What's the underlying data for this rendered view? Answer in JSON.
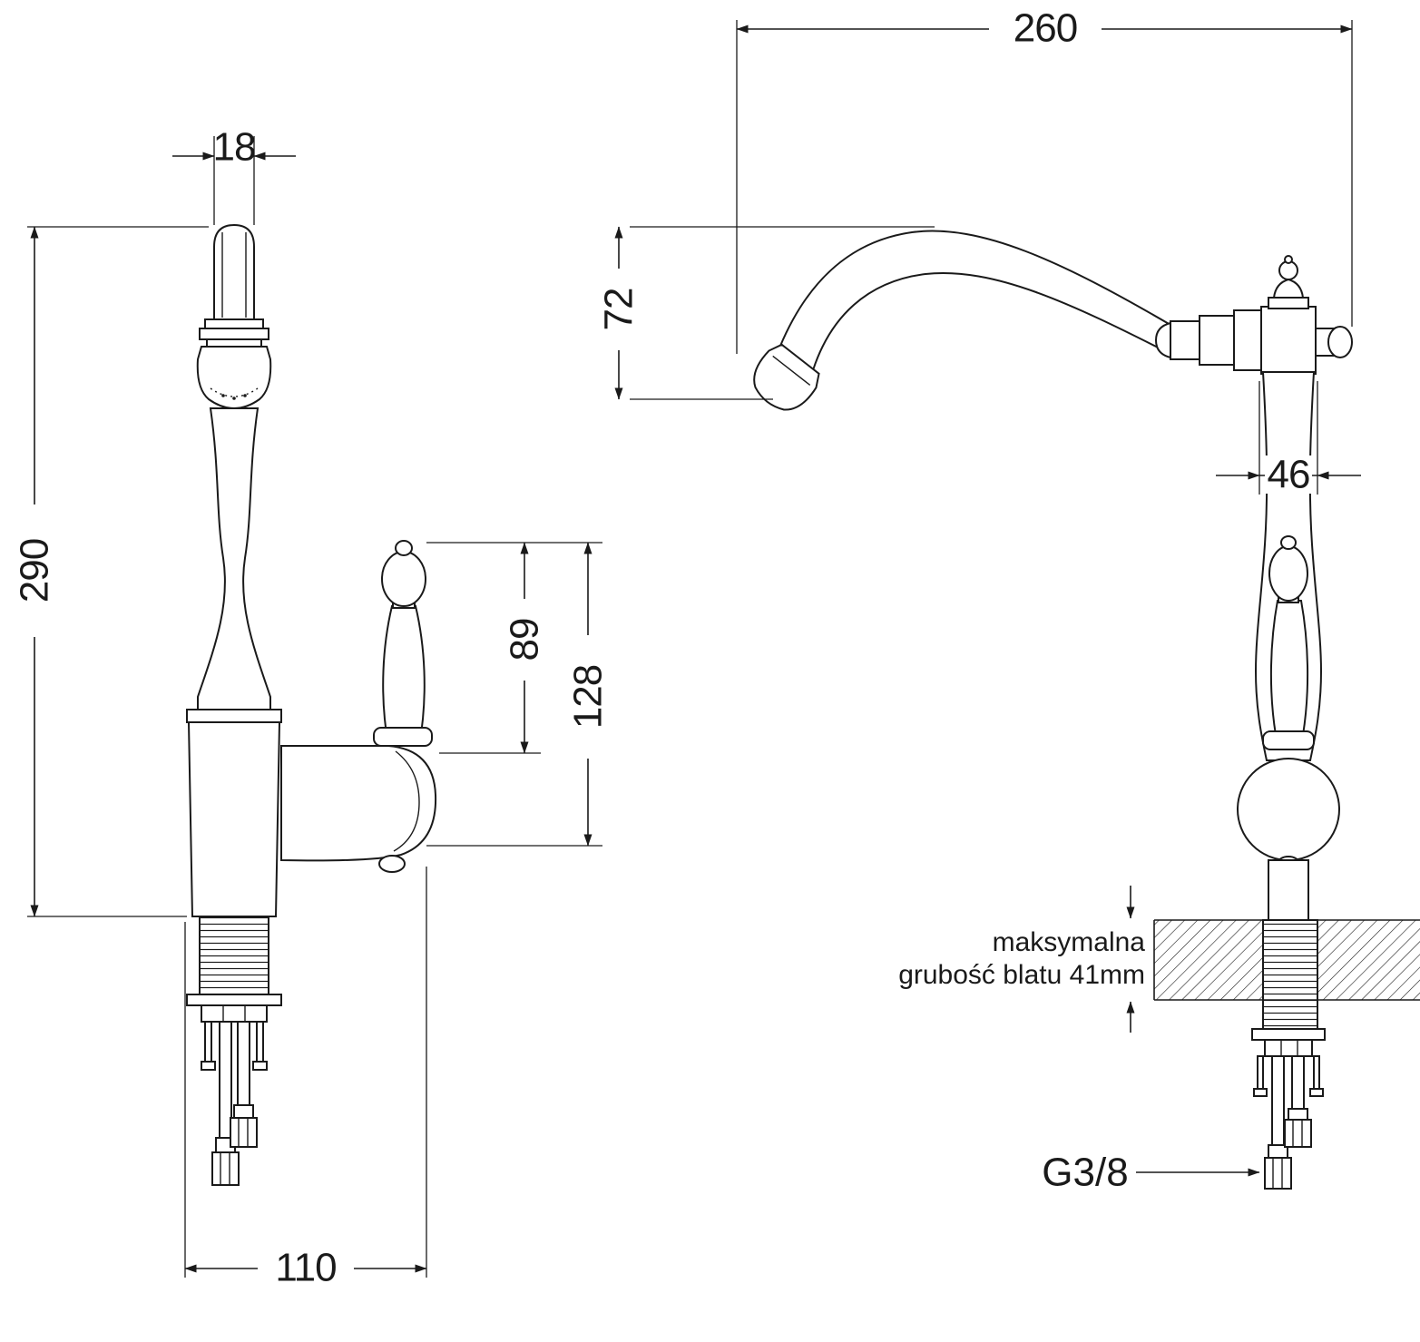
{
  "dimensions": {
    "spout_tip_diameter": "18",
    "total_height": "290",
    "handle_height": "89",
    "handle_total_height": "128",
    "base_depth": "110",
    "spout_reach": "260",
    "spout_drop": "72",
    "body_width": "46"
  },
  "labels": {
    "note_line1": "maksymalna",
    "note_line2": "grubość blatu 41mm",
    "connection_thread": "G3/8"
  },
  "colors": {
    "line": "#1a1a1a",
    "background": "#ffffff"
  }
}
